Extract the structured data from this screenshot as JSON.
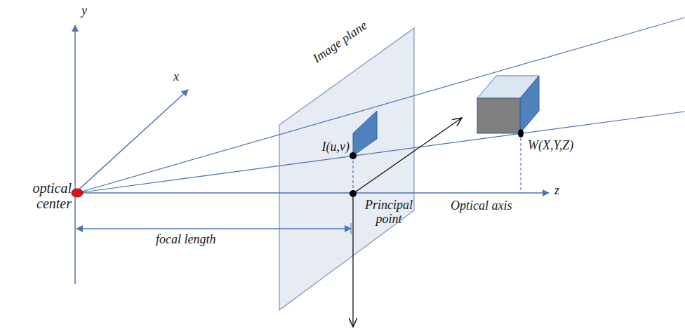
{
  "diagram": {
    "labels": [
      "y",
      "x",
      "Image plane",
      "I(u,v)",
      "W(X,Y,Z)",
      "optical center",
      "Principal point",
      "Optical axis",
      "z",
      "focal length"
    ]
  }
}
